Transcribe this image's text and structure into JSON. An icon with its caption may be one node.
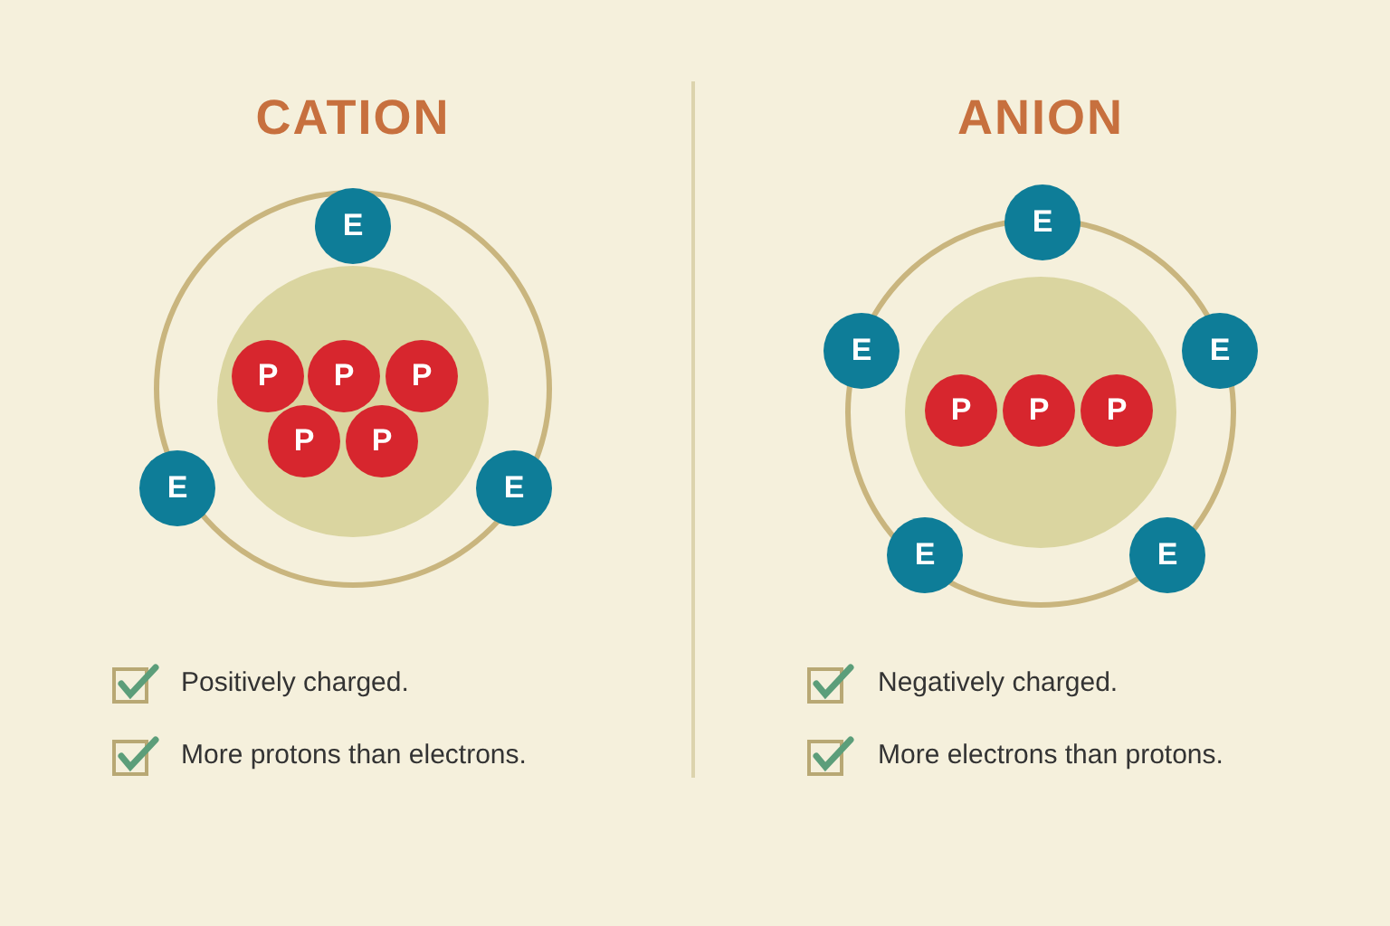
{
  "diagram": {
    "nodes": [
      {
        "text": [],
        "shape": "circle"
      },
      {
        "text": [],
        "shape": "circle",
        "in": 0
      },
      {
        "text": [
          "P"
        ],
        "in": 1
      },
      {
        "text": [
          "P"
        ],
        "in": 1
      },
      {
        "text": [
          "P"
        ],
        "in": 1
      },
      {
        "text": [
          "P"
        ],
        "in": 1
      },
      {
        "text": [
          "P"
        ],
        "in": 1
      },
      {
        "text": [
          "E"
        ],
        "in": 0
      },
      {
        "text": [
          "E"
        ],
        "in": 0
      },
      {
        "text": [
          "E"
        ],
        "in": 0
      },
      {
        "text": [],
        "shape": "circle"
      },
      {
        "text": [],
        "shape": "circle",
        "in": 10
      },
      {
        "text": [
          "P"
        ],
        "in": 11
      },
      {
        "text": [
          "P"
        ],
        "in": 11
      },
      {
        "text": [
          "P"
        ],
        "in": 11
      },
      {
        "text": [
          "E"
        ],
        "in": 10
      },
      {
        "text": [
          "E"
        ],
        "in": 10
      },
      {
        "text": [
          "E"
        ],
        "in": 10
      },
      {
        "text": [
          "E"
        ],
        "in": 10
      },
      {
        "text": [
          "E"
        ],
        "in": 10
      }
    ],
    "labels": [
      "CATION",
      "ANION",
      "Positively charged.",
      "More protons than electrons.",
      "Negatively charged.",
      "More electrons than protons."
    ]
  }
}
